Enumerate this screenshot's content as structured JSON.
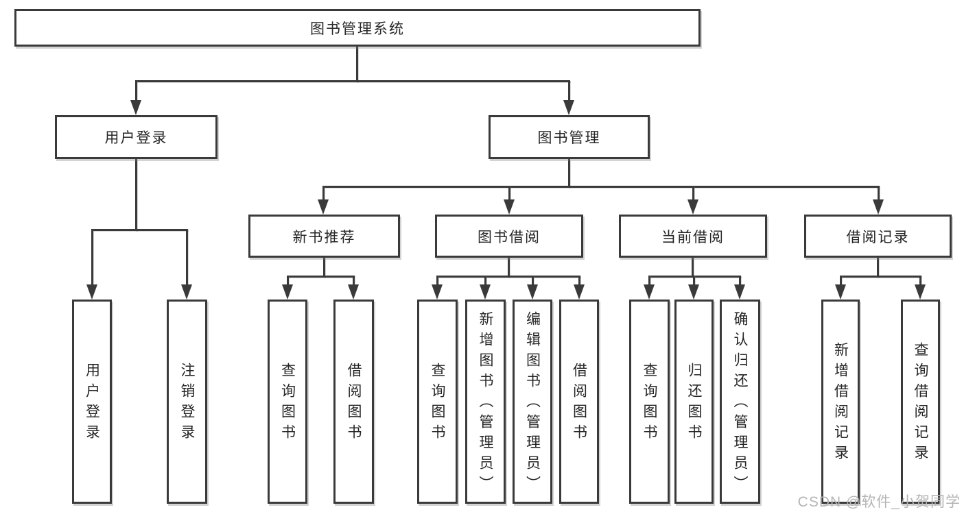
{
  "diagram": {
    "type": "hierarchy-tree",
    "colors": {
      "border": "#3a3a3a",
      "text": "#262626",
      "background": "#ffffff",
      "watermark": "#b5b5b5"
    },
    "tree": {
      "label": "图书管理系统",
      "children": [
        {
          "label": "用户登录",
          "children": [
            {
              "label": "用户登录"
            },
            {
              "label": "注销登录"
            }
          ]
        },
        {
          "label": "图书管理",
          "children": [
            {
              "label": "新书推荐",
              "children": [
                {
                  "label": "查询图书"
                },
                {
                  "label": "借阅图书"
                }
              ]
            },
            {
              "label": "图书借阅",
              "children": [
                {
                  "label": "查询图书"
                },
                {
                  "label": "新增图书（管理员）"
                },
                {
                  "label": "编辑图书（管理员）"
                },
                {
                  "label": "借阅图书"
                }
              ]
            },
            {
              "label": "当前借阅",
              "children": [
                {
                  "label": "查询图书"
                },
                {
                  "label": "归还图书"
                },
                {
                  "label": "确认归还（管理员）"
                }
              ]
            },
            {
              "label": "借阅记录",
              "children": [
                {
                  "label": "新增借阅记录"
                },
                {
                  "label": "查询借阅记录"
                }
              ]
            }
          ]
        }
      ]
    },
    "watermark": {
      "text": "CSDN @软件_小贺同学"
    }
  }
}
